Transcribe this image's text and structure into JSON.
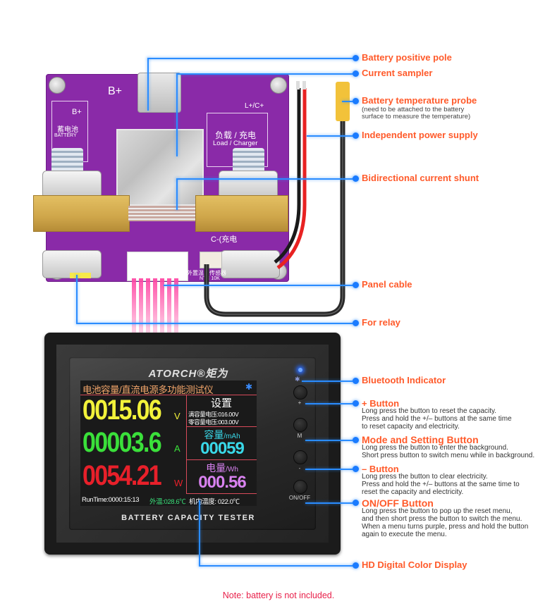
{
  "callouts": [
    {
      "id": "battery-positive-pole",
      "title": "Battery positive pole"
    },
    {
      "id": "current-sampler",
      "title": "Current sampler"
    },
    {
      "id": "battery-temperature-probe",
      "title": "Battery temperature probe",
      "subtitle": "(need to be attached to the battery\n surface to measure the temperature)"
    },
    {
      "id": "independent-power-supply",
      "title": "Independent power supply"
    },
    {
      "id": "bidirectional-current-shunt",
      "title": "Bidirectional current shunt"
    },
    {
      "id": "panel-cable",
      "title": "Panel cable"
    },
    {
      "id": "for-relay",
      "title": "For relay"
    },
    {
      "id": "bluetooth-indicator",
      "title": "Bluetooth Indicator"
    },
    {
      "id": "plus-button",
      "title": "+ Button",
      "description": "Long press the button to reset the capacity.\nPress and hold the +/– buttons at the same time\nto reset capacity and electricity."
    },
    {
      "id": "mode-setting-button",
      "title": "Mode and Setting Button",
      "description": "Long press the button to enter the background.\nShort press button to switch menu while in background."
    },
    {
      "id": "minus-button",
      "title": "– Button",
      "description": "Long press the button to clear electricity.\nPress and hold the +/– buttons at the same time to\nreset the capacity and electricity."
    },
    {
      "id": "onoff-button",
      "title": "ON/OFF Button",
      "description": "Long press the button to pop up the reset menu,\nand then short press the button to switch the menu.\nWhen a menu turns purple, press and hold the button\nagain to execute the menu."
    },
    {
      "id": "hd-display",
      "title": "HD Digital Color Display"
    }
  ],
  "pcb": {
    "bplus_top": "B+",
    "bplus_side": "B+",
    "battery_cn": "蓄电池",
    "battery_en": "BATTERY",
    "load_label": "L+/C+",
    "load_cn": "负载 / 充电",
    "load_en": "Load / Charger",
    "cminus": "C-(充电",
    "ntc_cn": "外置温度传感器",
    "ntc_en": "NTC 10K"
  },
  "meter": {
    "brand": "ATORCH®矩为",
    "title_cn": "电池容量/直流电源多功能测试仪",
    "bluetooth_glyph": "✱",
    "voltage": {
      "value": "0015.06",
      "unit": "V",
      "color": "#f2f23a"
    },
    "current": {
      "value": "00003.6",
      "unit": "A",
      "color": "#3ae03a"
    },
    "power": {
      "value": "0054.21",
      "unit": "W",
      "color": "#e8202a"
    },
    "settings": {
      "title": "设置",
      "full_voltage": "满容量电压:016.00V",
      "zero_voltage": "零容量电压:003.00V"
    },
    "capacity": {
      "label": "容量",
      "unit": "/mAh",
      "value": "00059",
      "color": "#39d8e8"
    },
    "energy": {
      "label": "电量",
      "unit": "/Wh",
      "value": "000.56",
      "color": "#d882f0"
    },
    "runtime": "RunTime:0000:15:13",
    "ext_temp": "外温:028.6℃",
    "int_temp": "机内温度: 022.0℃",
    "footer": "BATTERY CAPACITY TESTER",
    "buttons": [
      {
        "label": "+"
      },
      {
        "label": "M"
      },
      {
        "label": "-"
      },
      {
        "label": "ON/OFF"
      }
    ]
  },
  "note": "Note: battery is not included."
}
